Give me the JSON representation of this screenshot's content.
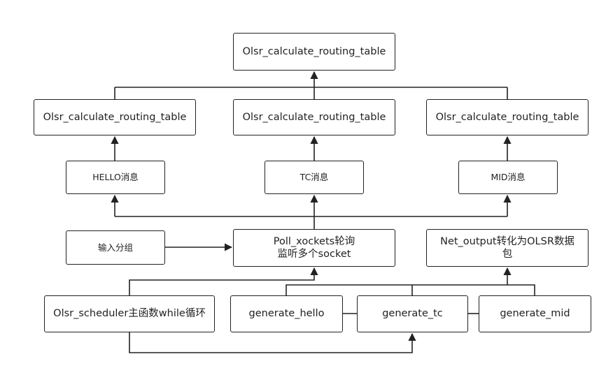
{
  "nodes": {
    "top": "Olsr_calculate_routing_table",
    "calc_left": "Olsr_calculate_routing_table",
    "calc_mid": "Olsr_calculate_routing_table",
    "calc_right": "Olsr_calculate_routing_table",
    "hello_msg": "HELLO消息",
    "tc_msg": "TC消息",
    "mid_msg": "MID消息",
    "input_group": "输入分组",
    "poll": "Poll_xockets轮询\n监听多个socket",
    "net_output": "Net_output转化为OLSR数据\n包",
    "scheduler": "Olsr_scheduler主函数while循环",
    "gen_hello": "generate_hello",
    "gen_tc": "generate_tc",
    "gen_mid": "generate_mid"
  },
  "colors": {
    "line": "#222222",
    "box_border": "#222222",
    "background": "#ffffff"
  }
}
